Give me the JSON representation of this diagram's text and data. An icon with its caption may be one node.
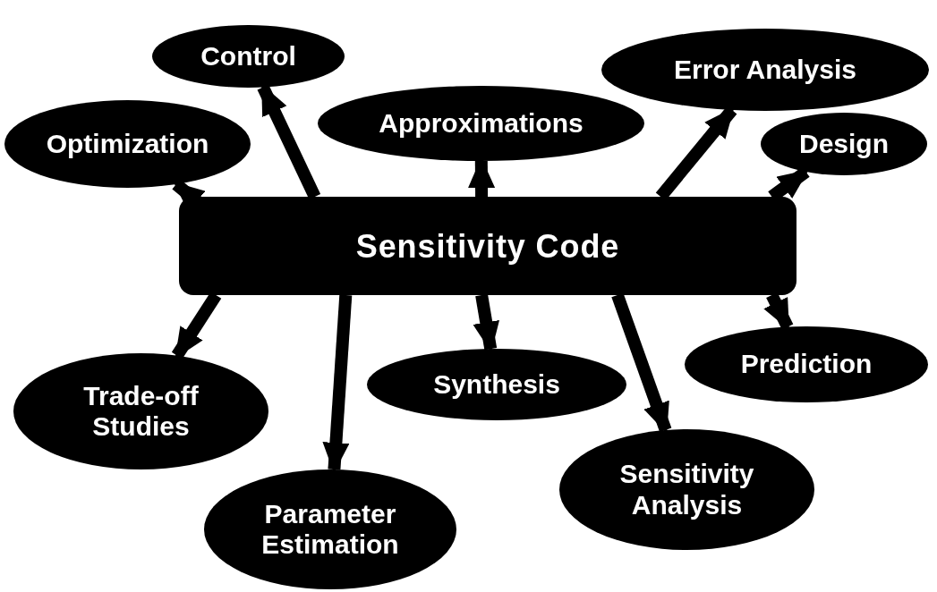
{
  "diagram": {
    "nodes": [
      {
        "text": [
          "Sensitivity Code"
        ]
      },
      {
        "text": [
          "Control"
        ]
      },
      {
        "text": [
          "Optimization"
        ]
      },
      {
        "text": [
          "Approximations"
        ]
      },
      {
        "text": [
          "Error Analysis"
        ]
      },
      {
        "text": [
          "Design"
        ]
      },
      {
        "text": [
          "Trade-off Studies"
        ]
      },
      {
        "text": [
          "Parameter Estimation"
        ]
      },
      {
        "text": [
          "Synthesis"
        ]
      },
      {
        "text": [
          "Sensitivity Analysis"
        ]
      },
      {
        "text": [
          "Prediction"
        ]
      }
    ],
    "edges": [
      {
        "from": 0,
        "to": 1,
        "arrow": "to"
      },
      {
        "from": 0,
        "to": 2,
        "arrow": "to"
      },
      {
        "from": 0,
        "to": 3,
        "arrow": "to"
      },
      {
        "from": 0,
        "to": 4,
        "arrow": "to"
      },
      {
        "from": 0,
        "to": 5,
        "arrow": "to"
      },
      {
        "from": 0,
        "to": 6,
        "arrow": "to"
      },
      {
        "from": 0,
        "to": 7,
        "arrow": "to"
      },
      {
        "from": 0,
        "to": 8,
        "arrow": "to"
      },
      {
        "from": 0,
        "to": 9,
        "arrow": "to"
      },
      {
        "from": 0,
        "to": 10,
        "arrow": "to"
      }
    ]
  }
}
